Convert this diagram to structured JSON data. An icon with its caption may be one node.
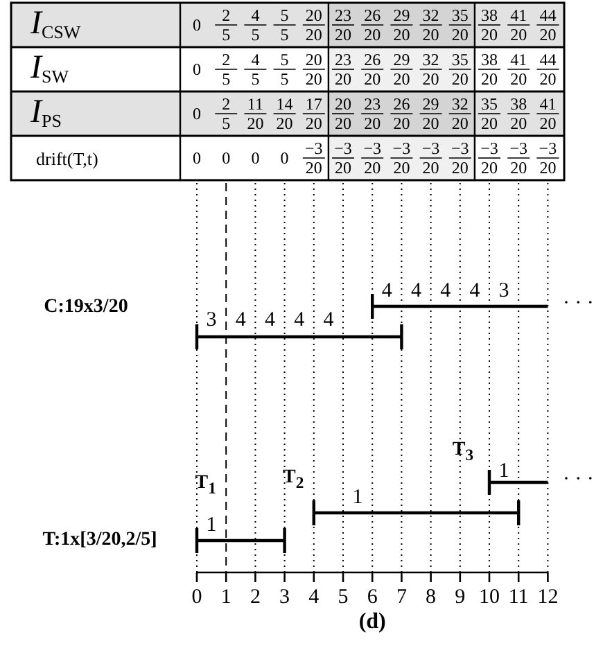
{
  "diagram": {
    "caption": "(d)",
    "labels": [
      "*I*$_{CSW}$",
      "0",
      "2",
      "5",
      "4",
      "5",
      "5",
      "5",
      "20",
      "20",
      "23",
      "20",
      "26",
      "20",
      "29",
      "20",
      "32",
      "20",
      "35",
      "20",
      "38",
      "20",
      "41",
      "20",
      "44",
      "20",
      "*I*$_{SW}$",
      "0",
      "2",
      "5",
      "4",
      "5",
      "5",
      "5",
      "20",
      "20",
      "23",
      "20",
      "26",
      "20",
      "29",
      "20",
      "32",
      "20",
      "35",
      "20",
      "38",
      "20",
      "41",
      "20",
      "44",
      "20",
      "*I*$_{PS}$",
      "0",
      "2",
      "5",
      "11",
      "20",
      "14",
      "20",
      "17",
      "20",
      "20",
      "20",
      "23",
      "20",
      "26",
      "20",
      "29",
      "20",
      "32",
      "20",
      "35",
      "20",
      "38",
      "20",
      "41",
      "20",
      "drift(T,t)",
      "0",
      "0",
      "0",
      "0",
      "−3",
      "20",
      "−3",
      "20",
      "−3",
      "20",
      "−3",
      "20",
      "−3",
      "20",
      "−3",
      "20",
      "−3",
      "20",
      "−3",
      "20",
      "−3",
      "20",
      "4",
      "4",
      "4",
      "4",
      "3",
      "· · ·",
      "C:19x3/20",
      "3",
      "4",
      "4",
      "4",
      "4",
      "T$_{3}$",
      "1",
      "· · ·",
      "T$_{1}$",
      "T$_{2}$",
      "1",
      "T:1x[3/20,2/5]",
      "1",
      "0",
      "1",
      "2",
      "3",
      "4",
      "5",
      "6",
      "7",
      "8",
      "9",
      "10",
      "11",
      "12"
    ]
  }
}
